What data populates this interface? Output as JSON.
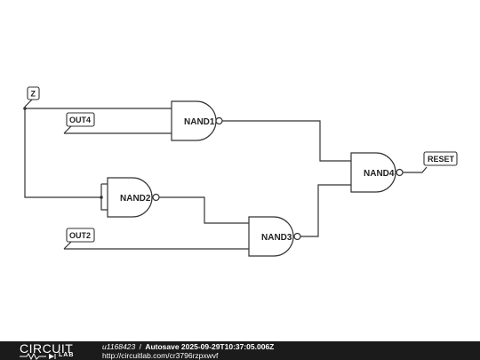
{
  "gates": {
    "nand1": "NAND1",
    "nand2": "NAND2",
    "nand3": "NAND3",
    "nand4": "NAND4"
  },
  "nets": {
    "z": "Z",
    "out4": "OUT4",
    "out2": "OUT2",
    "reset": "RESET"
  },
  "footer": {
    "logo_top": "CIRCUIT",
    "logo_bottom": "LAB",
    "user": "u1168423",
    "separator": "/",
    "autosave": "Autosave 2025-09-29T10:37:05.006Z",
    "url": "http://circuitlab.com/cr3796rzpxwvf"
  }
}
